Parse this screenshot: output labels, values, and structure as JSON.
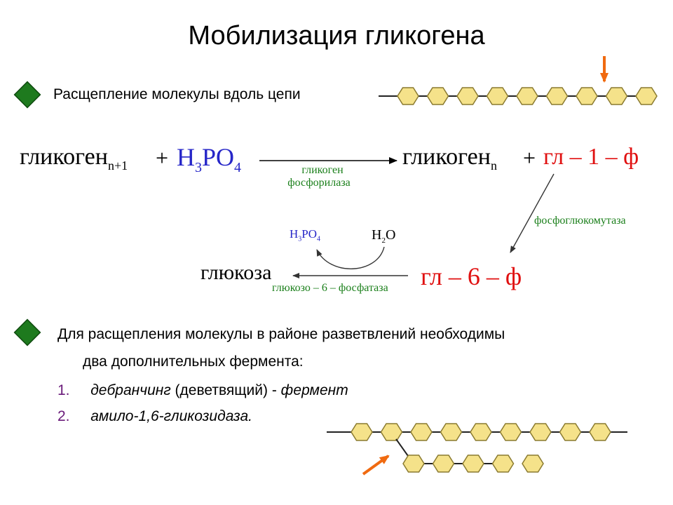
{
  "title": "Мобилизация гликогена",
  "bullets": {
    "first": "Расщепление молекулы вдоль цепи",
    "second_line1": "Для расщепления молекулы в районе разветвлений необходимы",
    "second_line2": "два дополнительных фермента:"
  },
  "enzymes_list": [
    {
      "num": "1.",
      "name": "дебранчинг",
      "note": " (деветвящий) - ",
      "role": "фермент"
    },
    {
      "num": "2.",
      "name": "амило-1,6-гликозидаза.",
      "note": "",
      "role": ""
    }
  ],
  "reaction": {
    "glycogen": "гликоген",
    "sub_n1": "n+1",
    "plus": "+",
    "h": "H",
    "sub3": "3",
    "po": "PO",
    "sub4": "4",
    "sub_n": "n",
    "g1p": "гл – 1 – ф",
    "enzyme1_line1": "гликоген",
    "enzyme1_line2": "фосфорилаза",
    "enzyme2": "фосфоглюкомутаза",
    "g6p": "гл – 6 – ф",
    "glucose": "глюкоза",
    "enzyme3": "глюкозо – 6 – фосфатаза",
    "water_h": "H",
    "water_sub": "2",
    "water_o": "O",
    "acid_h": "H",
    "acid_sub3": "3",
    "acid_po": "PO",
    "acid_sub4": "4"
  },
  "colors": {
    "bullet_diamond": "#1e7a1e",
    "enzyme_text": "#1a7f1a",
    "product_red": "#e01010",
    "acid_blue": "#2626c8",
    "list_number": "#6a1b7a",
    "hexagon_fill": "#f5e28a",
    "hexagon_stroke": "#8a7a30",
    "arrow_orange": "#f06a10"
  }
}
